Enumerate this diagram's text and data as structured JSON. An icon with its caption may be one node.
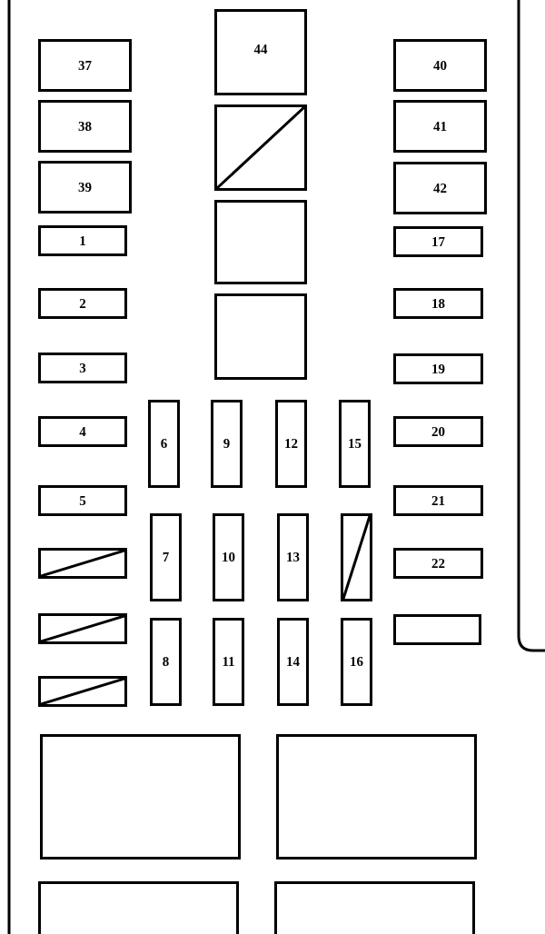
{
  "diagram": {
    "nodes": [
      {
        "text": [
          "37"
        ]
      },
      {
        "text": [
          "44"
        ]
      },
      {
        "text": [
          "40"
        ]
      },
      {
        "text": [
          "38"
        ]
      },
      {
        "text": [],
        "shape": "crossed"
      },
      {
        "text": [
          "41"
        ]
      },
      {
        "text": [
          "39"
        ]
      },
      {
        "text": [
          "42"
        ]
      },
      {
        "text": [],
        "shape": "box"
      },
      {
        "text": [
          "1"
        ]
      },
      {
        "text": [
          "17"
        ]
      },
      {
        "text": [
          "2"
        ]
      },
      {
        "text": [
          "18"
        ]
      },
      {
        "text": [],
        "shape": "box"
      },
      {
        "text": [
          "3"
        ]
      },
      {
        "text": [
          "19"
        ]
      },
      {
        "text": [
          "6"
        ]
      },
      {
        "text": [
          "9"
        ]
      },
      {
        "text": [
          "12"
        ]
      },
      {
        "text": [
          "15"
        ]
      },
      {
        "text": [
          "4"
        ]
      },
      {
        "text": [
          "20"
        ]
      },
      {
        "text": [
          "5"
        ]
      },
      {
        "text": [
          "21"
        ]
      },
      {
        "text": [
          "7"
        ]
      },
      {
        "text": [
          "10"
        ]
      },
      {
        "text": [
          "13"
        ]
      },
      {
        "text": [],
        "shape": "crossed"
      },
      {
        "text": [],
        "shape": "crossed"
      },
      {
        "text": [
          "22"
        ]
      },
      {
        "text": [],
        "shape": "crossed"
      },
      {
        "text": [],
        "shape": "box"
      },
      {
        "text": [
          "8"
        ]
      },
      {
        "text": [
          "11"
        ]
      },
      {
        "text": [
          "14"
        ]
      },
      {
        "text": [
          "16"
        ]
      },
      {
        "text": [],
        "shape": "crossed"
      },
      {
        "text": [],
        "shape": "box"
      },
      {
        "text": [],
        "shape": "box"
      },
      {
        "text": [],
        "shape": "box"
      },
      {
        "text": [],
        "shape": "box"
      }
    ]
  }
}
